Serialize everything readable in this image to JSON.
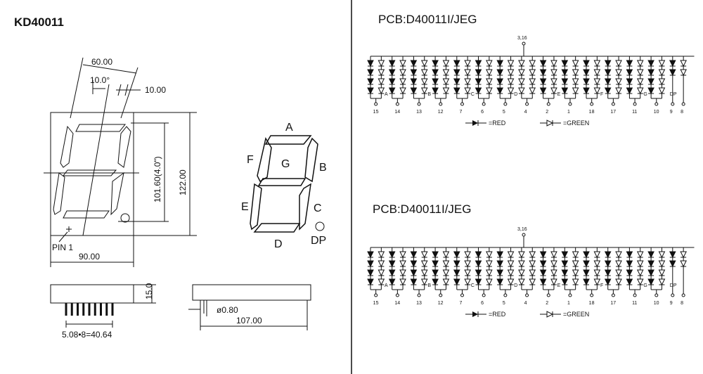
{
  "model": "KD40011",
  "pcb_title": "PCB:D40011I/JEG",
  "front_view": {
    "top_width": "60.00",
    "angle": "10.0°",
    "segment_thickness": "10.00",
    "digit_height": "101.60(4.0\")",
    "total_height": "122.00",
    "total_width": "90.00",
    "pin1": "PIN 1"
  },
  "side_view": {
    "depth": "15.0",
    "pin_pitch": "5.08•8=40.64",
    "pin_diameter": "ø0.80",
    "body_length": "107.00"
  },
  "segments": [
    "A",
    "B",
    "C",
    "D",
    "E",
    "F",
    "G",
    "DP"
  ],
  "schematic": {
    "common_pins": "3,16",
    "pin_numbers": [
      "15",
      "14",
      "13",
      "12",
      "7",
      "6",
      "5",
      "4",
      "2",
      "1",
      "18",
      "17",
      "11",
      "10",
      "9",
      "8"
    ],
    "segment_labels": [
      "A",
      "B",
      "C",
      "D",
      "E",
      "F",
      "G",
      "DP"
    ],
    "legend_red": "=RED",
    "legend_green": "=GREEN",
    "colors": {
      "red": "filled-diode",
      "green": "outline-diode"
    }
  }
}
